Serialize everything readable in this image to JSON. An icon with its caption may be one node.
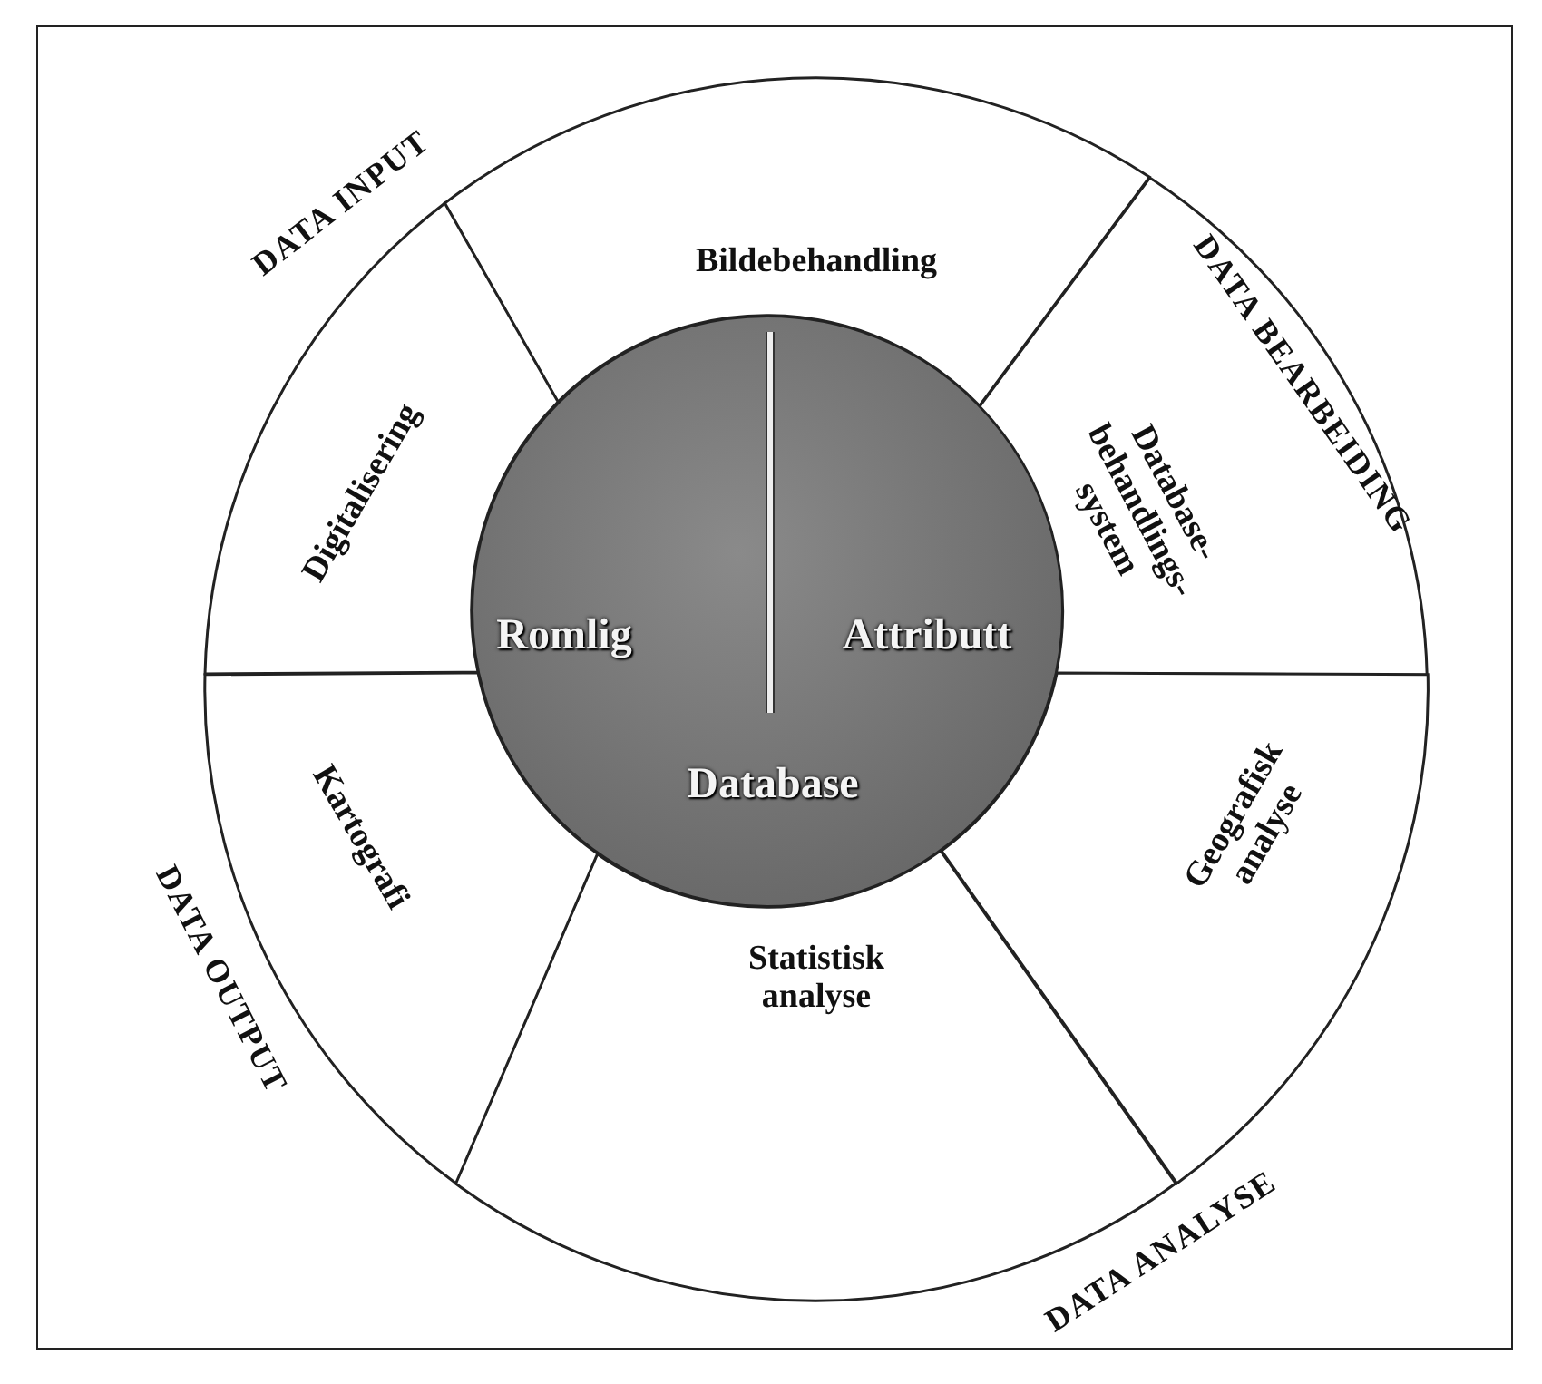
{
  "diagram": {
    "nodes": [
      {
        "text": [
          "Bildebehandling"
        ]
      },
      {
        "text": [
          "Database- behandlings- system"
        ]
      },
      {
        "text": [
          "Geografisk analyse"
        ]
      },
      {
        "text": [
          "Statistisk analyse"
        ]
      },
      {
        "text": [
          "Kartografi"
        ]
      },
      {
        "text": [
          "Digitalisering"
        ]
      },
      {
        "text": [
          "Romlig",
          "Attributt",
          "Database"
        ]
      }
    ],
    "labels": [
      "DATA INPUT",
      "DATA BEARBEIDING",
      "DATA ANALYSE",
      "DATA OUTPUT"
    ]
  }
}
